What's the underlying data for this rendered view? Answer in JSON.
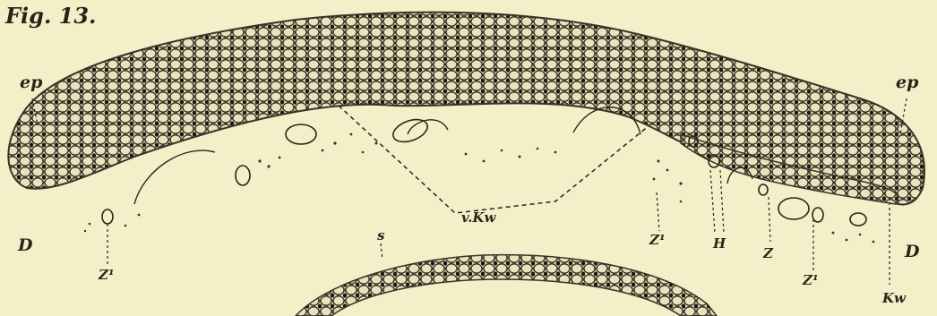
{
  "figure": {
    "title": "Fig. 13.",
    "labels": {
      "ep_left": "ep",
      "ep_right": "ep",
      "d_left": "D",
      "d_right": "D",
      "z1_left": "Z¹",
      "z1_mid": "Z¹",
      "z1_right": "Z¹",
      "z": "Z",
      "h": "H",
      "vkw": "v.Kw",
      "kw": "Kw",
      "s": "s"
    }
  },
  "colors": {
    "paper": "#f3efc9",
    "ink": "#2a2418",
    "cell_wall": "#3a3226",
    "cell_fill": "#e8e2bd",
    "nucleus": "#1c1810"
  }
}
